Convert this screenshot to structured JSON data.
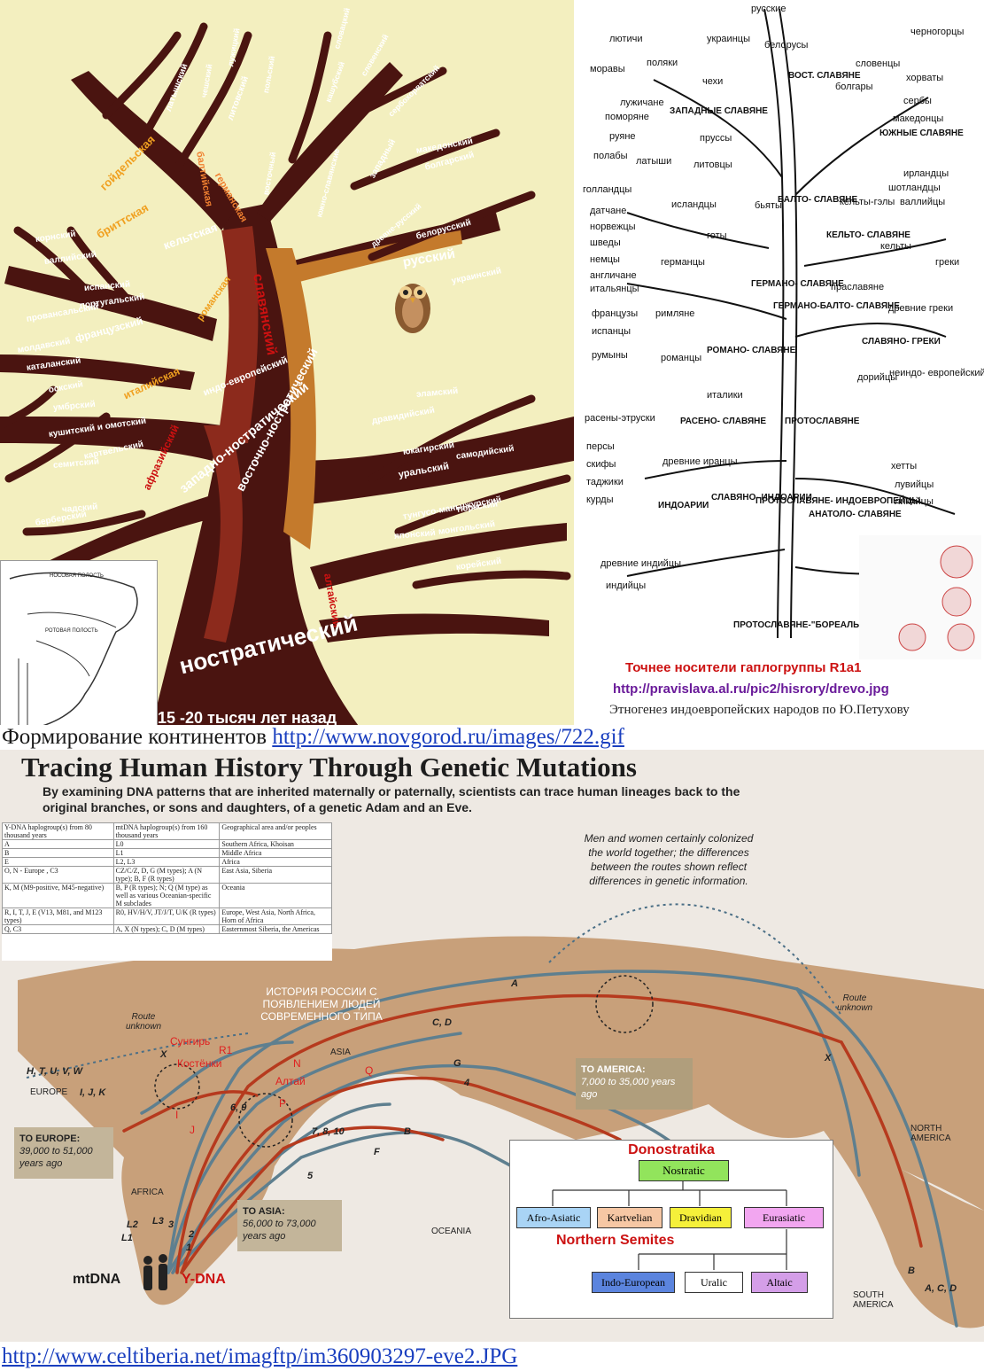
{
  "colors": {
    "tree_bg": "#f3efbf",
    "trunk_dark": "#4a1410",
    "trunk_red": "#8c2a1c",
    "trunk_orange": "#c47a2c",
    "leaf": "#6fa83b",
    "map_land": "#c8a07a",
    "map_sea": "#eee9e3",
    "route_red": "#b63a1e",
    "route_blue": "#5e7f8f",
    "accent_red": "#cc1111",
    "link_blue": "#1a3fbf",
    "purple": "#6a1b9a"
  },
  "top_left": {
    "trunk_label": "ностратический",
    "time_label": "15 -20 тысяч лет назад",
    "branch_labels": [
      {
        "text": "западно-ностратический"
      },
      {
        "text": "восточно-ностратический"
      },
      {
        "text": "индо-европейский"
      },
      {
        "text": "славянский"
      },
      {
        "text": "русский"
      },
      {
        "text": "украинский"
      },
      {
        "text": "белорусский"
      },
      {
        "text": "древне-русский"
      },
      {
        "text": "болгарский"
      },
      {
        "text": "македонский"
      },
      {
        "text": "западный"
      },
      {
        "text": "восточный"
      },
      {
        "text": "южно-славянские"
      },
      {
        "text": "сербохорватский"
      },
      {
        "text": "словенский"
      },
      {
        "text": "словацкий"
      },
      {
        "text": "польский"
      },
      {
        "text": "чешский"
      },
      {
        "text": "лужицкий"
      },
      {
        "text": "кашубский"
      },
      {
        "text": "балтийская"
      },
      {
        "text": "литовский"
      },
      {
        "text": "латышский"
      },
      {
        "text": "германская"
      },
      {
        "text": "гойдельская"
      },
      {
        "text": "бриттская"
      },
      {
        "text": "кельтская"
      },
      {
        "text": "корнский"
      },
      {
        "text": "валлийский"
      },
      {
        "text": "испанский"
      },
      {
        "text": "португальский"
      },
      {
        "text": "провансальский"
      },
      {
        "text": "французский"
      },
      {
        "text": "романская"
      },
      {
        "text": "молдавский"
      },
      {
        "text": "каталанский"
      },
      {
        "text": "италийская"
      },
      {
        "text": "оскский"
      },
      {
        "text": "умбрский"
      },
      {
        "text": "кушитский и омотский"
      },
      {
        "text": "картвельский"
      },
      {
        "text": "семитский"
      },
      {
        "text": "афразийский"
      },
      {
        "text": "чадский"
      },
      {
        "text": "берберский"
      },
      {
        "text": "дравидийский"
      },
      {
        "text": "эламский"
      },
      {
        "text": "юкагирский"
      },
      {
        "text": "самодийский"
      },
      {
        "text": "уральский"
      },
      {
        "text": "тунгусо-маньчжурский"
      },
      {
        "text": "тюркский"
      },
      {
        "text": "японский"
      },
      {
        "text": "монгольский"
      },
      {
        "text": "корейский"
      },
      {
        "text": "алтайский"
      }
    ],
    "inset_labels": [
      "НОСОВАЯ ПОЛОСТЬ",
      "РОТОВАЯ ПОЛОСТЬ"
    ]
  },
  "top_right": {
    "labels": [
      {
        "text": "русские"
      },
      {
        "text": "украинцы"
      },
      {
        "text": "белорусы"
      },
      {
        "text": "черногорцы"
      },
      {
        "text": "лютичи"
      },
      {
        "text": "моравы"
      },
      {
        "text": "поляки"
      },
      {
        "text": "чехи"
      },
      {
        "text": "словенцы"
      },
      {
        "text": "болгары"
      },
      {
        "text": "хорваты"
      },
      {
        "text": "сербы"
      },
      {
        "text": "македонцы"
      },
      {
        "text": "лужичане"
      },
      {
        "text": "поморяне"
      },
      {
        "text": "руяне"
      },
      {
        "text": "полабы"
      },
      {
        "text": "ЗАПАДНЫЕ СЛАВЯНЕ"
      },
      {
        "text": "ВОСТ. СЛАВЯНЕ"
      },
      {
        "text": "пруссы"
      },
      {
        "text": "латыши"
      },
      {
        "text": "литовцы"
      },
      {
        "text": "ЮЖНЫЕ СЛАВЯНЕ"
      },
      {
        "text": "ирландцы"
      },
      {
        "text": "шотландцы"
      },
      {
        "text": "валлийцы"
      },
      {
        "text": "голландцы"
      },
      {
        "text": "исландцы"
      },
      {
        "text": "датчане"
      },
      {
        "text": "норвежцы"
      },
      {
        "text": "шведы"
      },
      {
        "text": "немцы"
      },
      {
        "text": "англичане"
      },
      {
        "text": "итальянцы"
      },
      {
        "text": "готы"
      },
      {
        "text": "германцы"
      },
      {
        "text": "БАЛТО- СЛАВЯНЕ"
      },
      {
        "text": "кельты-гэлы"
      },
      {
        "text": "КЕЛЬТО- СЛАВЯНЕ"
      },
      {
        "text": "кельты"
      },
      {
        "text": "бьяты"
      },
      {
        "text": "греки"
      },
      {
        "text": "французы"
      },
      {
        "text": "римляне"
      },
      {
        "text": "ГЕРМАНО- СЛАВЯНЕ"
      },
      {
        "text": "праславяне"
      },
      {
        "text": "древние греки"
      },
      {
        "text": "испанцы"
      },
      {
        "text": "румыны"
      },
      {
        "text": "романцы"
      },
      {
        "text": "РОМАНО- СЛАВЯНЕ"
      },
      {
        "text": "СЛАВЯНО- ГРЕКИ"
      },
      {
        "text": "дорийцы"
      },
      {
        "text": "италики"
      },
      {
        "text": "ГЕРМАНО-БАЛТО- СЛАВЯНЕ"
      },
      {
        "text": "неиндо- европейский субстрат"
      },
      {
        "text": "расены-этруски"
      },
      {
        "text": "РАСЕНО- СЛАВЯНЕ"
      },
      {
        "text": "ПРОТОСЛАВЯНЕ"
      },
      {
        "text": "персы"
      },
      {
        "text": "скифы"
      },
      {
        "text": "таджики"
      },
      {
        "text": "курды"
      },
      {
        "text": "древние иранцы"
      },
      {
        "text": "хетты"
      },
      {
        "text": "лувийцы"
      },
      {
        "text": "ликийцы"
      },
      {
        "text": "ИНДОАРИИ"
      },
      {
        "text": "СЛАВЯНО- ИНДОАРИИ"
      },
      {
        "text": "ПРОТОСЛАВЯНЕ- ИНДОЕВРОПЕЙЦЫ"
      },
      {
        "text": "АНАТОЛО- СЛАВЯНЕ"
      },
      {
        "text": "древние индийцы"
      },
      {
        "text": "индийцы"
      },
      {
        "text": "ПРОТОСЛАВЯНЕ-\"БОРЕАЛЫ\""
      }
    ],
    "caption_red": "Точнее носители гаплогруппы R1a1",
    "caption_url": "http://pravislava.al.ru/pic2/hisrory/drevo.jpg",
    "caption_source": "Этногенез индоевропейских народов по Ю.Петухову"
  },
  "middle_caption": {
    "text": "Формирование континентов",
    "url": "http://www.novgorod.ru/images/722.gif"
  },
  "map": {
    "title": "Tracing Human History Through Genetic Mutations",
    "subtitle": "By examining DNA patterns that are inherited maternally or paternally, scientists can trace human lineages back to the original branches, or sons and daughters, of a genetic Adam and an Eve.",
    "note": "Men and women certainly colonized the world together; the differences between the routes shown reflect differences in genetic information.",
    "russia_note": "ИСТОРИЯ РОССИИ С ПОЯВЛЕНИЕМ ЛЮДЕЙ СОВРЕМЕННОГО ТИПА",
    "table": {
      "headers": [
        "Y-DNA haplogroup(s) from 80 thousand years",
        "mtDNA haplogroup(s) from 160 thousand years",
        "Geographical area and/or peoples"
      ],
      "rows": [
        [
          "A",
          "L0",
          "Southern Africa, Khoisan"
        ],
        [
          "B",
          "L1",
          "Middle Africa"
        ],
        [
          "E",
          "L2, L3",
          "Africa"
        ],
        [
          "O, N - Europe , C3",
          "CZ/C/Z, D, G (M types); A (N type); B, F (R types)",
          "East Asia, Siberia"
        ],
        [
          "K, M (M9-positive, M45-negative)",
          "B, P (R types); N; Q (M type) as well as various Oceanian-specific M subclades",
          "Oceania"
        ],
        [
          "R, I, T, J, E (V13, M81, and M123 types)",
          "R0, HV/H/V, JT/J/T, U/K (R types)",
          "Europe, West Asia, North Africa, Horn of Africa"
        ],
        [
          "Q, C3",
          "A, X (N types); C, D (M types)",
          "Easternmost Siberia, the Americas"
        ]
      ]
    },
    "labels": {
      "europe": "EUROPE",
      "asia": "ASIA",
      "africa": "AFRICA",
      "oceania": "OCEANIA",
      "north_america": "NORTH AMERICA",
      "south_america": "SOUTH AMERICA",
      "route_unknown_w": "Route unknown",
      "route_unknown_e": "Route unknown",
      "to_europe": "TO EUROPE:",
      "to_europe_years": "39,000 to 51,000 years ago",
      "to_asia": "TO ASIA:",
      "to_asia_years": "56,000 to 73,000 years ago",
      "to_america": "TO AMERICA:",
      "to_america_years": "7,000 to 35,000 years ago",
      "mtdna": "mtDNA",
      "ydna": "Y-DNA"
    },
    "mt_letters": [
      "H, T, U, V, W",
      "I, J, K",
      "C, D",
      "A",
      "G",
      "B",
      "F",
      "L2",
      "L1",
      "L3",
      "X",
      "X",
      "A, C, D",
      "B",
      "6, 9",
      "7, 8, 10",
      "4",
      "5",
      "3",
      "2",
      "1"
    ],
    "red_labels": [
      "Сунгирь",
      "R1",
      "Костёнки",
      "N",
      "Алтай",
      "Q",
      "P",
      "I",
      "J"
    ]
  },
  "nostratic_tree": {
    "title": "Donostratika",
    "root": "Nostratic",
    "level1": [
      "Afro-Asiatic",
      "Kartvelian",
      "Dravidian",
      "Eurasiatic"
    ],
    "note": "Northern Semites",
    "level2": [
      "Indo-European",
      "Uralic",
      "Altaic"
    ]
  },
  "bottom_caption": {
    "url": "http://www.celtiberia.net/imagftp/im360903297-eve2.JPG"
  }
}
